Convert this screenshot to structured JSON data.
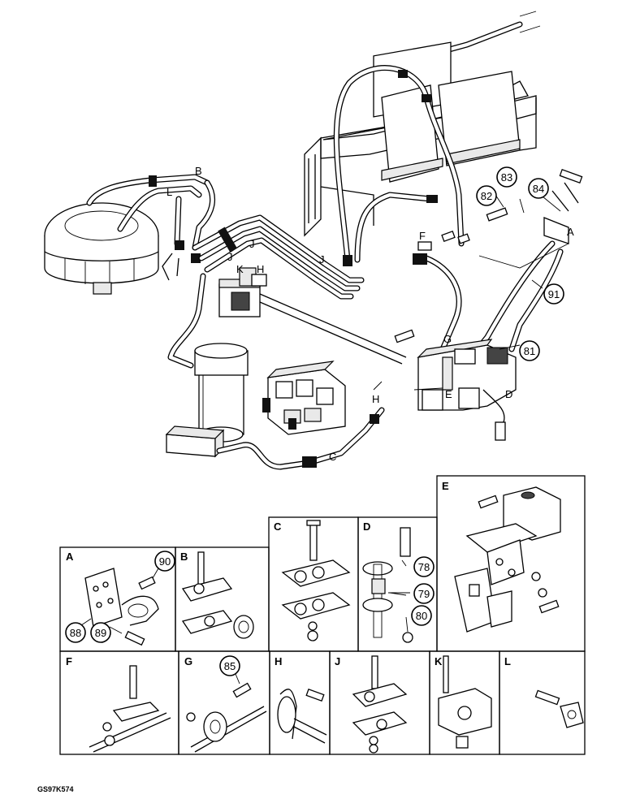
{
  "callouts": [
    "82",
    "83",
    "84",
    "91",
    "81",
    "90",
    "88",
    "89",
    "78",
    "79",
    "80",
    "85"
  ],
  "main_letters": [
    "B",
    "L",
    "J",
    "J",
    "K",
    "H",
    "J",
    "F",
    "A",
    "G",
    "H",
    "E",
    "D",
    "C"
  ],
  "panels": [
    "A",
    "B",
    "C",
    "D",
    "E",
    "F",
    "G",
    "H",
    "J",
    "K",
    "L"
  ],
  "figure_code": "GS97K574"
}
